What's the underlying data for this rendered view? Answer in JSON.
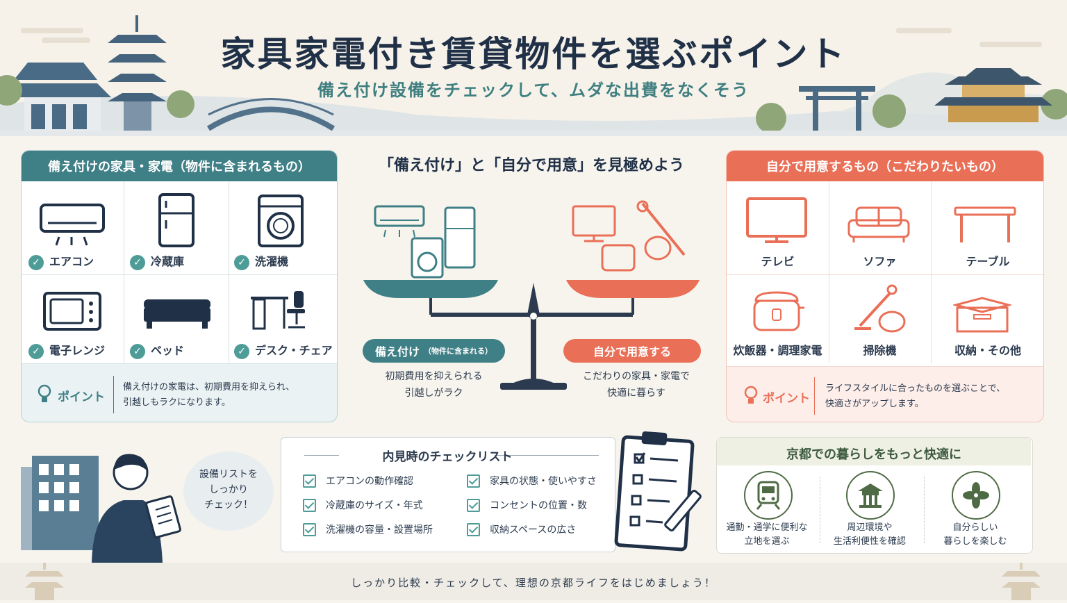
{
  "header": {
    "title": "家具家電付き賃貸物件を選ぶポイント",
    "subtitle": "備え付け設備をチェックして、ムダな出費をなくそう"
  },
  "left_panel": {
    "title": "備え付けの家具・家電（物件に含まれるもの）",
    "items": [
      {
        "label": "エアコン",
        "icon": "air-conditioner-icon"
      },
      {
        "label": "冷蔵庫",
        "icon": "refrigerator-icon"
      },
      {
        "label": "洗濯機",
        "icon": "washing-machine-icon"
      },
      {
        "label": "電子レンジ",
        "icon": "microwave-icon"
      },
      {
        "label": "ベッド",
        "icon": "bed-icon"
      },
      {
        "label": "デスク・チェア",
        "icon": "desk-chair-icon"
      }
    ],
    "point_label": "ポイント",
    "point_text_1": "備え付けの家電は、初期費用を抑えられ、",
    "point_text_2": "引越しもラクになります。"
  },
  "center": {
    "title": "「備え付け」と「自分で用意」を見極めよう",
    "left_pill": "備え付け",
    "left_pill_small": "（物件に含まれる）",
    "left_desc_1": "初期費用を抑えられる",
    "left_desc_2": "引越しがラク",
    "right_pill": "自分で用意する",
    "right_desc_1": "こだわりの家具・家電で",
    "right_desc_2": "快適に暮らす"
  },
  "right_panel": {
    "title": "自分で用意するもの（こだわりたいもの）",
    "items": [
      {
        "label": "テレビ",
        "icon": "tv-icon"
      },
      {
        "label": "ソファ",
        "icon": "sofa-icon"
      },
      {
        "label": "テーブル",
        "icon": "table-icon"
      },
      {
        "label": "炊飯器・調理家電",
        "icon": "rice-cooker-icon"
      },
      {
        "label": "掃除機",
        "icon": "vacuum-icon"
      },
      {
        "label": "収納・その他",
        "icon": "storage-box-icon"
      }
    ],
    "point_label": "ポイント",
    "point_text_1": "ライフスタイルに合ったものを選ぶことで、",
    "point_text_2": "快適さがアップします。"
  },
  "bubble": {
    "line1": "設備リストを",
    "line2": "しっかり",
    "line3": "チェック！"
  },
  "checklist": {
    "title": "内見時のチェックリスト",
    "items": [
      "エアコンの動作確認",
      "冷蔵庫のサイズ・年式",
      "洗濯機の容量・設置場所",
      "家具の状態・使いやすさ",
      "コンセントの位置・数",
      "収納スペースの広さ"
    ]
  },
  "kyoto": {
    "title": "京都での暮らしをもっと快適に",
    "items": [
      {
        "line1": "通勤・通学に便利な",
        "line2": "立地を選ぶ",
        "icon": "train-icon"
      },
      {
        "line1": "周辺環境や",
        "line2": "生活利便性を確認",
        "icon": "temple-icon"
      },
      {
        "line1": "自分らしい",
        "line2": "暮らしを楽しむ",
        "icon": "leaf-icon"
      }
    ]
  },
  "footer": {
    "text": "しっかり比較・チェックして、理想の京都ライフをはじめましょう！"
  },
  "colors": {
    "teal": "#3f7f86",
    "coral": "#ea6f57",
    "navy": "#1f3047"
  }
}
